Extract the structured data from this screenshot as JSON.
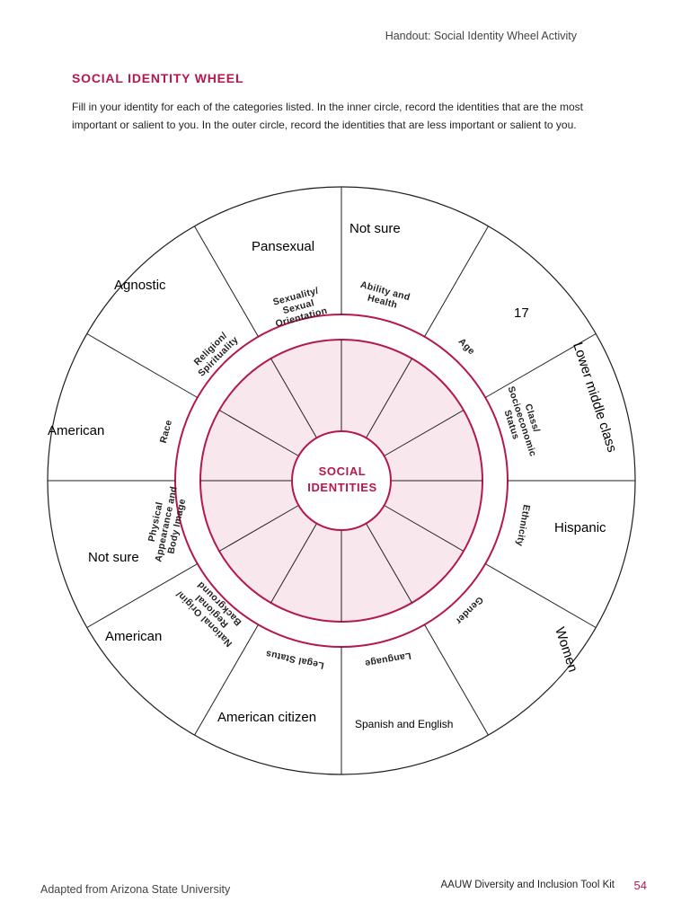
{
  "header": {
    "note": "Handout: Social Identity Wheel Activity"
  },
  "title": "SOCIAL IDENTITY WHEEL",
  "instructions": "Fill in your identity for each of the categories listed. In the inner circle, record the identities that are the most important or salient to you. In the outer circle, record the identities that are less important or salient to you.",
  "colors": {
    "accent": "#b5174f",
    "ring_fill": "#f9e7ee",
    "line": "#231f20"
  },
  "wheel": {
    "center_line1": "SOCIAL",
    "center_line2": "IDENTITIES",
    "categories": [
      {
        "id": "sexuality",
        "lines": [
          "Sexuality/",
          "Sexual",
          "Orientation"
        ],
        "answer": "Pansexual"
      },
      {
        "id": "ability",
        "lines": [
          "Ability and",
          "Health"
        ],
        "answer": "Not sure"
      },
      {
        "id": "age",
        "lines": [
          "Age"
        ],
        "answer": "17"
      },
      {
        "id": "class",
        "lines": [
          "Class/",
          "Socioeconomic",
          "Status"
        ],
        "answer": "Lower middle class"
      },
      {
        "id": "ethnicity",
        "lines": [
          "Ethnicity"
        ],
        "answer": "Hispanic"
      },
      {
        "id": "gender",
        "lines": [
          "Gender"
        ],
        "answer": "Women"
      },
      {
        "id": "language",
        "lines": [
          "Language"
        ],
        "answer": "Spanish and English"
      },
      {
        "id": "legal",
        "lines": [
          "Legal Status"
        ],
        "answer": "American citizen"
      },
      {
        "id": "national",
        "lines": [
          "National Origin/",
          "Regional",
          "Background"
        ],
        "answer": "American"
      },
      {
        "id": "physical",
        "lines": [
          "Physical",
          "Appearance and",
          "Body Image"
        ],
        "answer": "Not sure"
      },
      {
        "id": "race",
        "lines": [
          "Race"
        ],
        "answer": "American"
      },
      {
        "id": "religion",
        "lines": [
          "Religion/",
          "Spirituality"
        ],
        "answer": "Agnostic"
      }
    ]
  },
  "footer": {
    "source": "Adapted from Arizona State University",
    "toolkit": "AAUW Diversity and Inclusion Tool Kit",
    "page": "54"
  }
}
